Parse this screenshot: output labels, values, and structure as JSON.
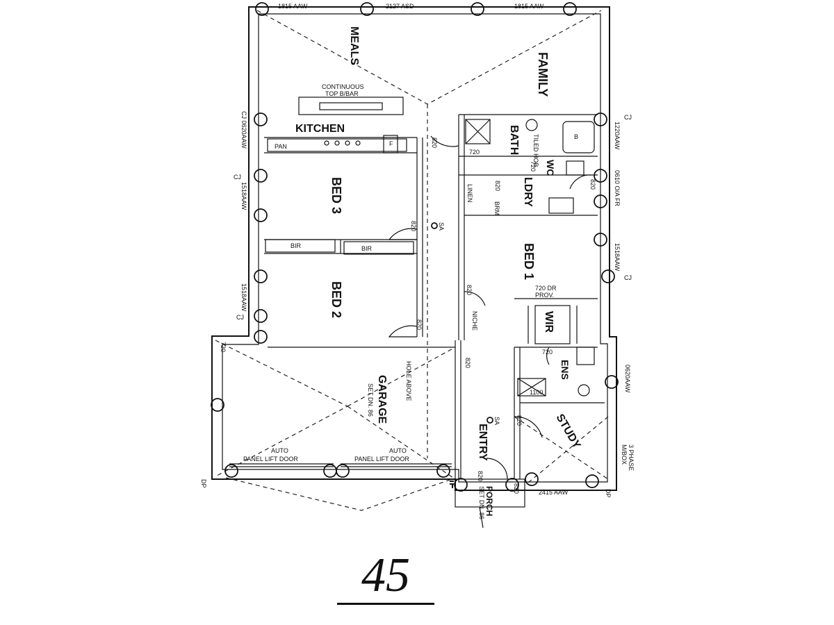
{
  "rooms": {
    "meals": "MEALS",
    "family": "FAMILY",
    "kitchen": "KITCHEN",
    "bed3": "BED 3",
    "bed2": "BED 2",
    "bed1": "BED 1",
    "bath": "BATH",
    "wc": "WC",
    "laundry": "LDRY",
    "garage": "GARAGE",
    "entry": "ENTRY",
    "study": "STUDY",
    "ensuite": "ENS",
    "wir": "WIR",
    "porch": "PORCH"
  },
  "fixtures": {
    "benchtop_line1": "CONTINUOUS",
    "benchtop_line2": "TOP B/BAR",
    "pantry": "PAN",
    "fridge": "F",
    "bir_left": "BIR",
    "bir_right": "BIR",
    "linen": "LINEN",
    "bed1_note_line1": "720 DR",
    "bed1_note_line2": "PROV.",
    "niche": "NICHE",
    "hole_above": "HOLE ABOVE",
    "garage_level": "SET DN. 86",
    "auto_door_left_1": "AUTO",
    "auto_door_left_2": "PANEL LIFT DOOR",
    "auto_door_right_1": "AUTO",
    "auto_door_right_2": "PANEL LIFT DOOR",
    "meter_box_1": "3 PHASE",
    "meter_box_2": "M/BOX",
    "tiled_hob": "TILED HOB",
    "bath_fixture": "B",
    "ens_shower": "1100",
    "brm": "BRM"
  },
  "windows": {
    "top_left": "1815 AAW",
    "top_mid": "2127 ASD",
    "top_right": "1815 AAW",
    "bottom_right": "2415 AAW",
    "left_1": "CJ 0620AAW",
    "left_2": "1518AAW",
    "left_3": "1518AAW",
    "right_1": "1220AAW",
    "right_2": "0610 O/A FR",
    "right_3": "1518AAW",
    "right_4": "0620AAW"
  },
  "door_tags": [
    "820",
    "820",
    "820",
    "720",
    "720",
    "820",
    "820",
    "820",
    "820",
    "820",
    "720",
    "720",
    "820",
    "820"
  ],
  "symbols": {
    "control_joint": "CJ",
    "downpipe": "DP",
    "smoke_alarm": "SA",
    "step_down": "SET DN. 86"
  },
  "sheet": {
    "lot_number": "45"
  }
}
